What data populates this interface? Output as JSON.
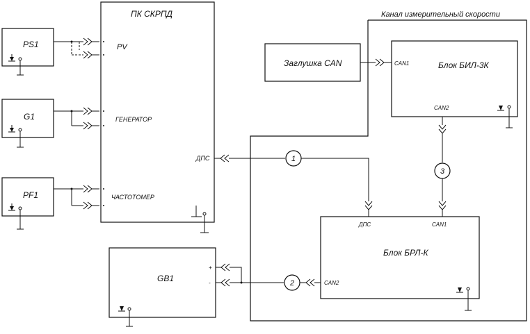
{
  "diagram": {
    "outer_frame_title": "Канал измерительный скорости",
    "skrpd": {
      "title": "ПК СКРПД",
      "port_pv": "PV",
      "port_generator": "ГЕНЕРАТОР",
      "port_freq": "ЧАСТОТОМЕР",
      "port_dps": "ДПС"
    },
    "devices": {
      "ps1": "PS1",
      "g1": "G1",
      "pf1": "PF1",
      "gb1": "GB1"
    },
    "zaglushka": "Заглушка CAN",
    "bil": {
      "title": "Блок БИЛ-3К",
      "can1": "CAN1",
      "can2": "CAN2"
    },
    "brl": {
      "title": "Блок БРЛ-К",
      "dps": "ДПС",
      "can1": "CAN1",
      "can2": "CAN2"
    },
    "cables": {
      "c1": "1",
      "c2": "2",
      "c3": "3"
    },
    "gb1_pin_plus": "+",
    "gb1_pin_minus": "-"
  }
}
